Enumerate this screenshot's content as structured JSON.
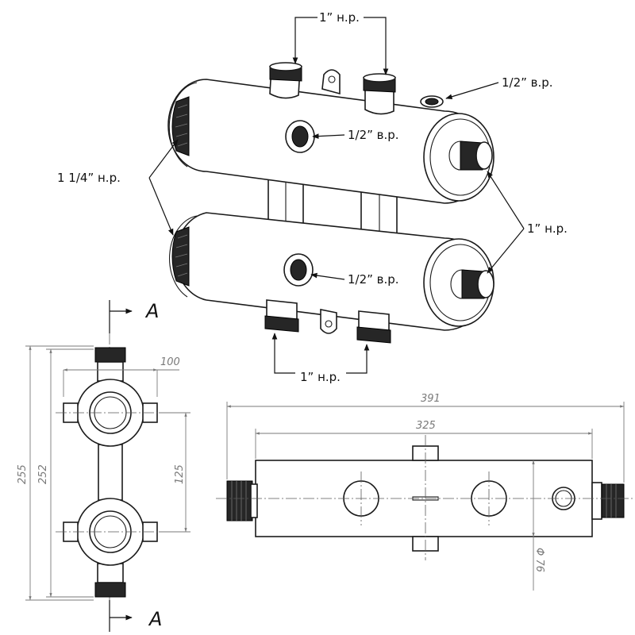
{
  "callouts": {
    "top_pipes": "1” н.р.",
    "top_right": "1/2” в.р.",
    "upper_center": "1/2” в.р.",
    "left_ends": "1 1/4” н.р.",
    "right_ends": "1” н.р.",
    "lower_center": "1/2” в.р.",
    "bottom_pipes": "1” н.р."
  },
  "dimensions": {
    "width_100": "100",
    "height_255": "255",
    "height_252": "252",
    "spacing_125": "125",
    "length_391": "391",
    "length_325": "325",
    "diameter_76": "Φ 76"
  },
  "section": {
    "top_label": "A",
    "bottom_label": "A"
  },
  "colors": {
    "line": "#1a1a1a",
    "dimension": "#7a7a7a",
    "thread": "#262626",
    "background": "#ffffff"
  }
}
